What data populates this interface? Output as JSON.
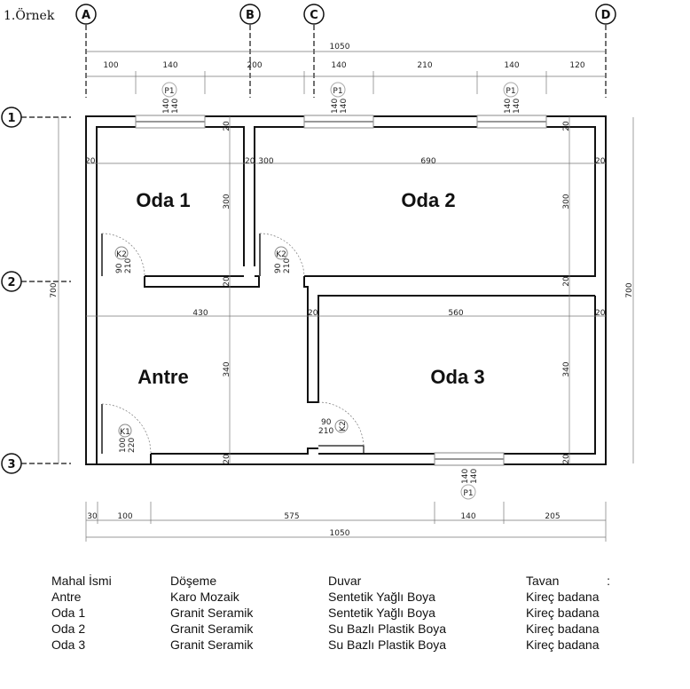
{
  "title": "1.Örnek",
  "axes": {
    "cols": [
      "A",
      "B",
      "C",
      "D"
    ],
    "rows": [
      "1",
      "2",
      "3"
    ]
  },
  "dims": {
    "top_total": "1050",
    "top": [
      "100",
      "140",
      "200",
      "140",
      "210",
      "140",
      "120"
    ],
    "bottom": [
      "30",
      "100",
      "575",
      "140",
      "205"
    ],
    "bottom_total": "1050",
    "side_left": "700",
    "side_right": "700",
    "oda1_w": "300",
    "oda2_w": "690",
    "oda1_h": "300",
    "oda2_h": "300",
    "antre_w": "430",
    "oda3_w": "560",
    "antre_h": "340",
    "oda3_h": "340",
    "wall": "20"
  },
  "windows": {
    "tag": "P1",
    "w": "140",
    "h": "140"
  },
  "doors": [
    {
      "tag": "K2",
      "w": "90",
      "h": "210"
    },
    {
      "tag": "K2",
      "w": "90",
      "h": "210"
    },
    {
      "tag": "K1",
      "w": "100",
      "h": "220"
    },
    {
      "tag": "K2",
      "w": "90",
      "h": "210"
    }
  ],
  "rooms": {
    "oda1": "Oda 1",
    "oda2": "Oda 2",
    "antre": "Antre",
    "oda3": "Oda 3"
  },
  "table": {
    "headers": [
      "Mahal İsmi",
      "Döşeme",
      "Duvar",
      "Tavan",
      ":"
    ],
    "rows": [
      [
        "Antre",
        "Karo Mozaik",
        "Sentetik Yağlı Boya",
        "Kireç badana"
      ],
      [
        "Oda 1",
        "Granit Seramik",
        "Sentetik Yağlı Boya",
        "Kireç badana"
      ],
      [
        "Oda 2",
        "Granit Seramik",
        "Su Bazlı Plastik Boya",
        "Kireç badana"
      ],
      [
        "Oda 3",
        "Granit Seramik",
        "Su Bazlı Plastik Boya",
        "Kireç badana"
      ]
    ]
  }
}
